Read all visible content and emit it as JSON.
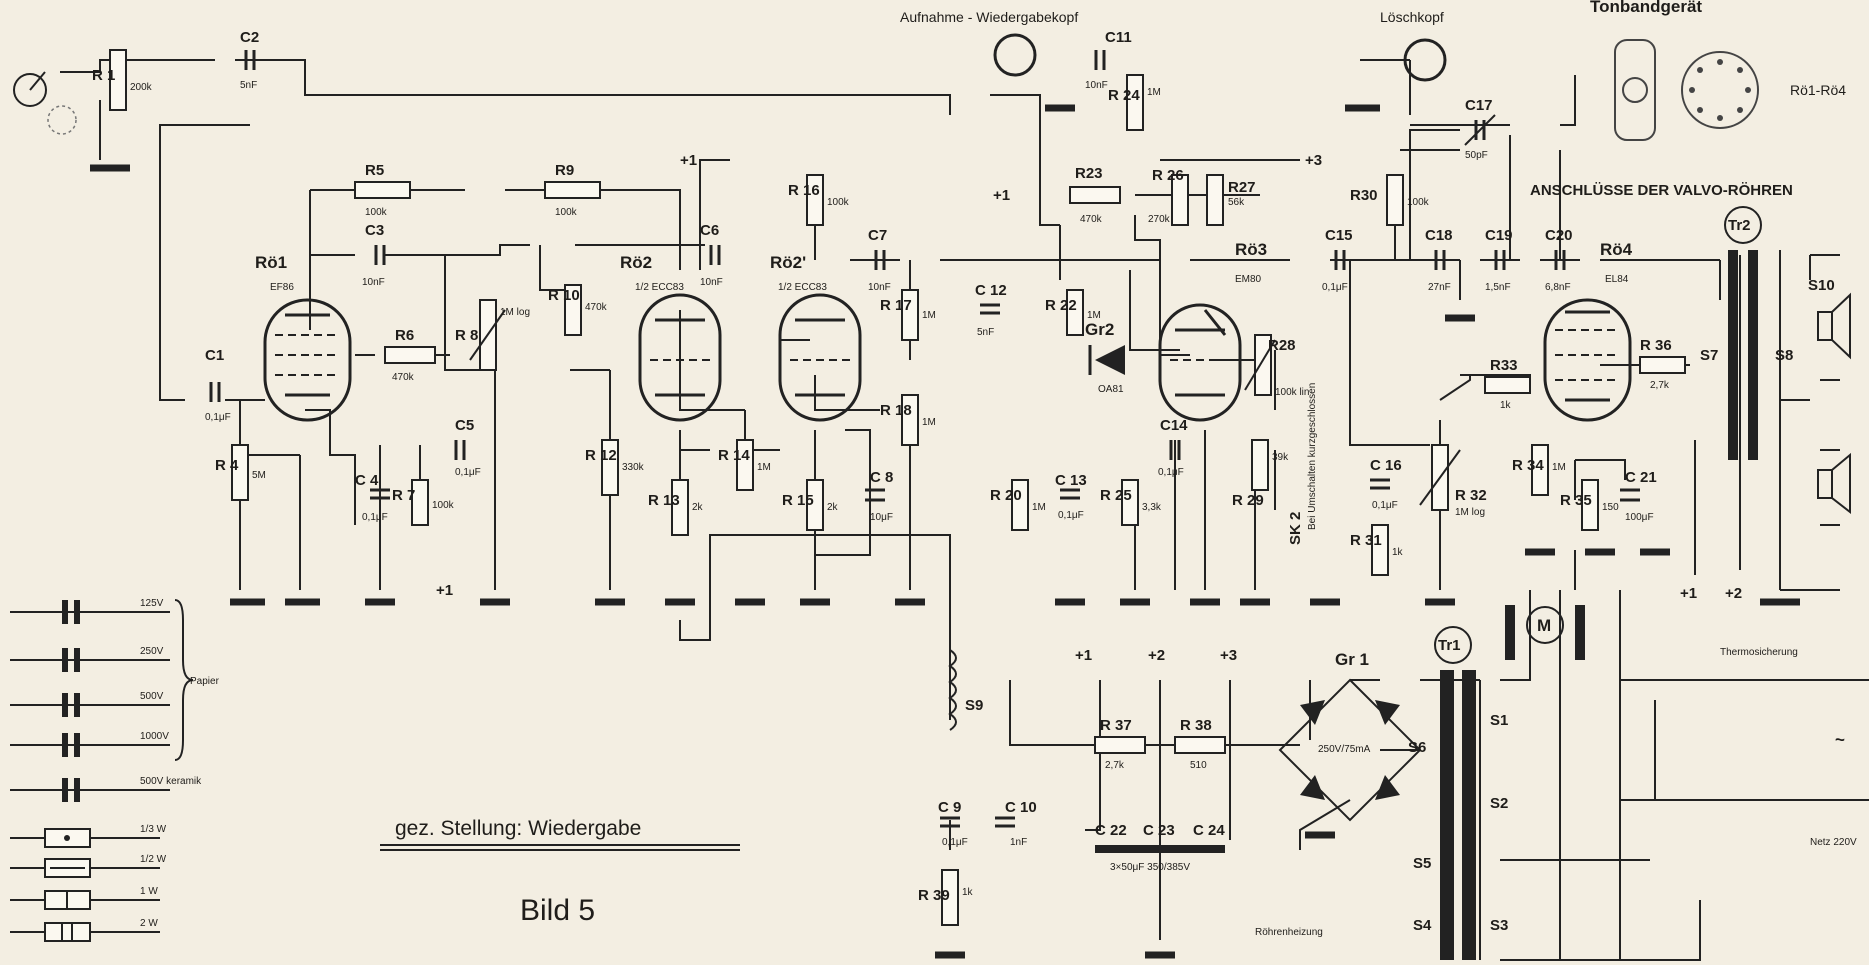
{
  "header": {
    "record_head": "Aufnahme - Wiedergabekopf",
    "erase_head": "Löschkopf",
    "device_title": "Tonbandgerät",
    "tube_connections": "ANSCHLÜSSE DER VALVO-RÖHREN",
    "tube_range": "Rö1-Rö4"
  },
  "tubes": [
    {
      "label": "Rö1",
      "type": "EF86"
    },
    {
      "label": "Rö2",
      "type": "1/2 ECC83"
    },
    {
      "label": "Rö2'",
      "type": "1/2 ECC83"
    },
    {
      "label": "Rö3",
      "type": "EM80"
    },
    {
      "label": "Rö4",
      "type": "EL84"
    }
  ],
  "resistors": {
    "R1": {
      "label": "R 1",
      "value": "200k"
    },
    "R4": {
      "label": "R 4",
      "value": "5M"
    },
    "R5": {
      "label": "R5",
      "value": "100k"
    },
    "R6": {
      "label": "R6",
      "value": "470k"
    },
    "R7": {
      "label": "R 7",
      "value": "100k"
    },
    "R8": {
      "label": "R 8",
      "value": "1M log"
    },
    "R9": {
      "label": "R9",
      "value": "100k"
    },
    "R10": {
      "label": "R 10",
      "value": "470k"
    },
    "R12": {
      "label": "R 12",
      "value": "330k"
    },
    "R13": {
      "label": "R 13",
      "value": "2k"
    },
    "R14": {
      "label": "R 14",
      "value": "1M"
    },
    "R15": {
      "label": "R 15",
      "value": "2k"
    },
    "R16": {
      "label": "R 16",
      "value": "100k"
    },
    "R17": {
      "label": "R 17",
      "value": "1M"
    },
    "R18": {
      "label": "R 18",
      "value": "1M"
    },
    "R20": {
      "label": "R 20",
      "value": "1M"
    },
    "R22": {
      "label": "R 22",
      "value": "1M"
    },
    "R23": {
      "label": "R23",
      "value": "470k"
    },
    "R24": {
      "label": "R 24",
      "value": "1M"
    },
    "R25": {
      "label": "R 25",
      "value": "3,3k"
    },
    "R26": {
      "label": "R 26",
      "value": "270k"
    },
    "R27": {
      "label": "R27",
      "value": "56k"
    },
    "R28": {
      "label": "R28",
      "value": "100k lin"
    },
    "R29": {
      "label": "R 29",
      "value": "39k"
    },
    "R30": {
      "label": "R30",
      "value": "100k"
    },
    "R31": {
      "label": "R 31",
      "value": "1k"
    },
    "R32": {
      "label": "R 32",
      "value": "1M log"
    },
    "R33": {
      "label": "R33",
      "value": "1k"
    },
    "R34": {
      "label": "R 34",
      "value": "1M"
    },
    "R35": {
      "label": "R 35",
      "value": "150"
    },
    "R36": {
      "label": "R 36",
      "value": "2,7k"
    },
    "R37": {
      "label": "R 37",
      "value": "2,7k"
    },
    "R38": {
      "label": "R 38",
      "value": "510"
    },
    "R39": {
      "label": "R 39",
      "value": "1k"
    }
  },
  "capacitors": {
    "C1": {
      "label": "C1",
      "value": "0,1μF"
    },
    "C2": {
      "label": "C2",
      "value": "5nF"
    },
    "C3": {
      "label": "C3",
      "value": "10nF"
    },
    "C4": {
      "label": "C 4",
      "value": "0,1μF"
    },
    "C5": {
      "label": "C5",
      "value": "0,1μF"
    },
    "C6": {
      "label": "C6",
      "value": "10nF"
    },
    "C7": {
      "label": "C7",
      "value": "10nF"
    },
    "C8": {
      "label": "C 8",
      "value": "10μF"
    },
    "C9": {
      "label": "C 9",
      "value": "0,1μF"
    },
    "C10": {
      "label": "C 10",
      "value": "1nF"
    },
    "C11": {
      "label": "C11",
      "value": "10nF"
    },
    "C12": {
      "label": "C 12",
      "value": "5nF"
    },
    "C13": {
      "label": "C 13",
      "value": "0,1μF"
    },
    "C14": {
      "label": "C14",
      "value": "0,1μF"
    },
    "C15": {
      "label": "C15",
      "value": "0,1μF"
    },
    "C16": {
      "label": "C 16",
      "value": "0,1μF"
    },
    "C17": {
      "label": "C17",
      "value": "50pF"
    },
    "C18": {
      "label": "C18",
      "value": "27nF"
    },
    "C19": {
      "label": "C19",
      "value": "1,5nF"
    },
    "C20": {
      "label": "C20",
      "value": "6,8nF"
    },
    "C21": {
      "label": "C 21",
      "value": "100μF"
    },
    "C22": {
      "label": "C 22"
    },
    "C23": {
      "label": "C 23"
    },
    "C24": {
      "label": "C 24"
    },
    "c22_24_value": "3×50μF 350/385V"
  },
  "others": {
    "gr1": "Gr 1",
    "gr1_rating": "250V/75mA",
    "gr2": "Gr2",
    "gr2_type": "OA81",
    "tr1": "Tr1",
    "tr2": "Tr2",
    "motor": "M",
    "s1": "S1",
    "s2": "S2",
    "s3": "S3",
    "s4": "S4",
    "s5": "S5",
    "s6": "S6",
    "s7": "S7",
    "s8": "S8",
    "s9": "S9",
    "s10": "S10",
    "sk2": "SK 2",
    "sk2_note": "Bei Umschalten kurzgeschlossen",
    "thermo_fuse": "Thermosicherung",
    "netz_note": "Netz 220V",
    "heater_note": "Röhrenheizung",
    "ac_symbol": "~",
    "plus1": "+1",
    "plus2": "+2",
    "plus3": "+3"
  },
  "legend": {
    "cap_items": [
      "125V",
      "250V",
      "500V",
      "1000V",
      "500V keramik"
    ],
    "paper_label": "Papier",
    "res_items": [
      "1/3 W",
      "1/2 W",
      "1 W",
      "2 W"
    ]
  },
  "caption": {
    "position": "gez. Stellung: Wiedergabe",
    "figure": "Bild 5"
  }
}
